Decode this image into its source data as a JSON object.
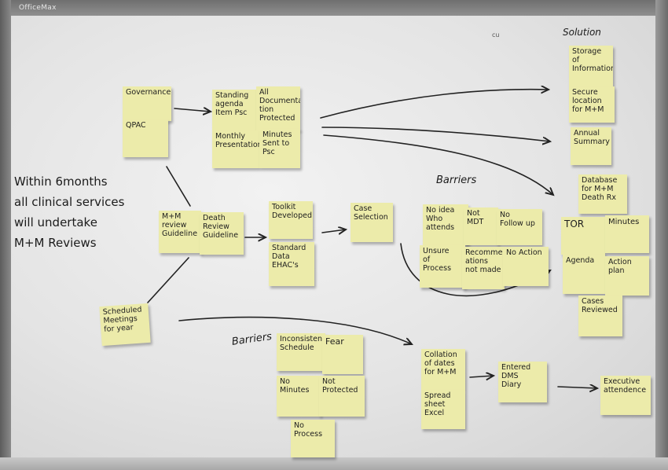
{
  "brand": "OfficeMax",
  "main_text": "Within 6months\nall clinical services\nwill undertake\nM+M Reviews",
  "labels": {
    "solution": "Solution",
    "barriers_top": "Barriers",
    "barriers_bottom": "Barriers",
    "mark": "cu"
  },
  "notes": {
    "governance": "Governance",
    "qpac": "QPAC",
    "standing_agenda": "Standing\nagenda\nItem Psc",
    "all_documentation": "All\nDocumenta\ntion\nProtected",
    "monthly_presentation": "Monthly\nPresentation",
    "minutes_sent": "Minutes\nSent to\nPsc",
    "storage": "Storage\nof\nInformation",
    "secure_location": "Secure\nlocation\nfor M+M",
    "annual_summary": "Annual\nSummary",
    "database": "Database\nfor M+M\nDeath Rx",
    "tor": "TOR",
    "minutes": "Minutes",
    "agenda": "Agenda",
    "action_plan": "Action\nplan",
    "cases_reviewed": "Cases\nReviewed",
    "mm_review": "M+M\nreview\nGuideline",
    "death_review": "Death\nReview\nGuideline",
    "toolkit": "Toolkit\nDeveloped",
    "standard_data": "Standard\nData\nEHAC's",
    "case_selection": "Case\nSelection",
    "no_idea": "No idea\nWho\nattends",
    "not_mdt": "Not\nMDT",
    "no_follow_up": "No\nFollow up",
    "unsure_process": "Unsure\nof\nProcess",
    "recommendations": "Recommend\nations\nnot made",
    "no_action": "No Action",
    "scheduled_meetings": "Scheduled\nMeetings\nfor year",
    "inconsistent_schedule": "Inconsistent\nSchedule",
    "fear": "Fear",
    "no_minutes": "No\nMinutes",
    "not_protected": "Not\nProtected",
    "no_process": "No\nProcess",
    "collation": "Collation\nof dates\nfor M+M",
    "spreadsheet": "Spread\nsheet\nExcel",
    "entered_dms": "Entered\nDMS\nDiary",
    "executive": "Executive\nattendence"
  }
}
